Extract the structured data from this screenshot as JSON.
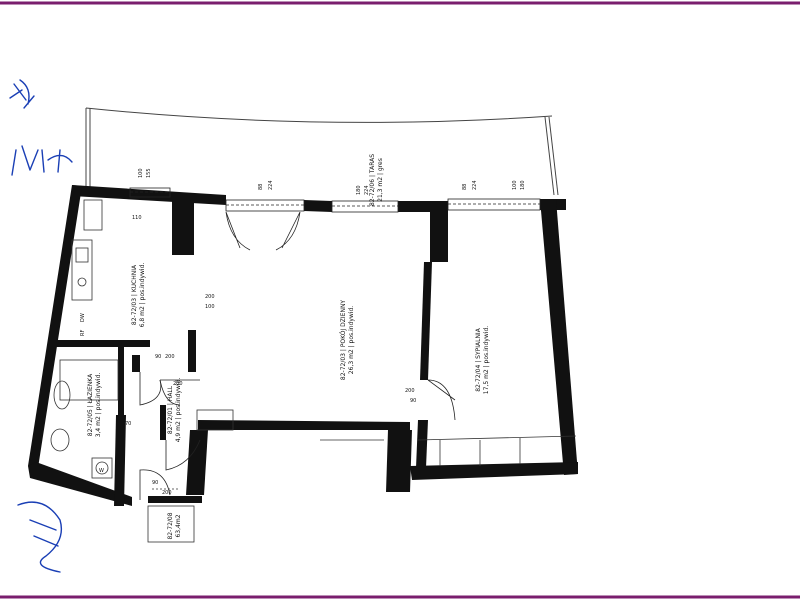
{
  "colors": {
    "wall": "#111111",
    "paper": "#ffffff",
    "frame": "#7a1e6e",
    "ink": "#1a3fb5",
    "thin": "#444444"
  },
  "rooms": {
    "kitchen": {
      "name": "82-72/03 | KUCHNIA",
      "area": "6,8 m2 | pos.indywid."
    },
    "living": {
      "name": "82-72/03 | POKÓJ DZIENNY",
      "area": "26,3 m2 | pos.indywid."
    },
    "bedroom": {
      "name": "82-72/04 | SYPIALNIA",
      "area": "17,5 m2 | pos.indywid."
    },
    "bathroom": {
      "name": "82-72/05 | ŁAZIENKA",
      "area": "3,4 m2 | pos.indywid."
    },
    "hall": {
      "name": "82-72/01 | HALL",
      "area": "4,9 m2 | pos.indywid."
    },
    "terrace": {
      "name": "82-72/06 | TARAS",
      "area": "21,3 m2 | gres"
    },
    "unit": {
      "name": "82-72/08",
      "area": "63,4m2"
    }
  },
  "dims": {
    "win1a": "100",
    "win1b": "155",
    "win1c": "110",
    "win2a": "88",
    "win2b": "224",
    "win3a": "180",
    "win3b": "224",
    "win4a": "88",
    "win4b": "224",
    "win5a": "100",
    "win5b": "180",
    "door_living_a": "200",
    "door_living_b": "100",
    "door_hall_a": "90",
    "door_hall_b": "200",
    "door_bath_a": "70",
    "door_bath_b": "200",
    "door_bed_a": "200",
    "door_bed_b": "90",
    "door_entry_a": "90",
    "door_entry_b": "200",
    "sink": "DW",
    "fridge": "RF",
    "wm": "W"
  }
}
